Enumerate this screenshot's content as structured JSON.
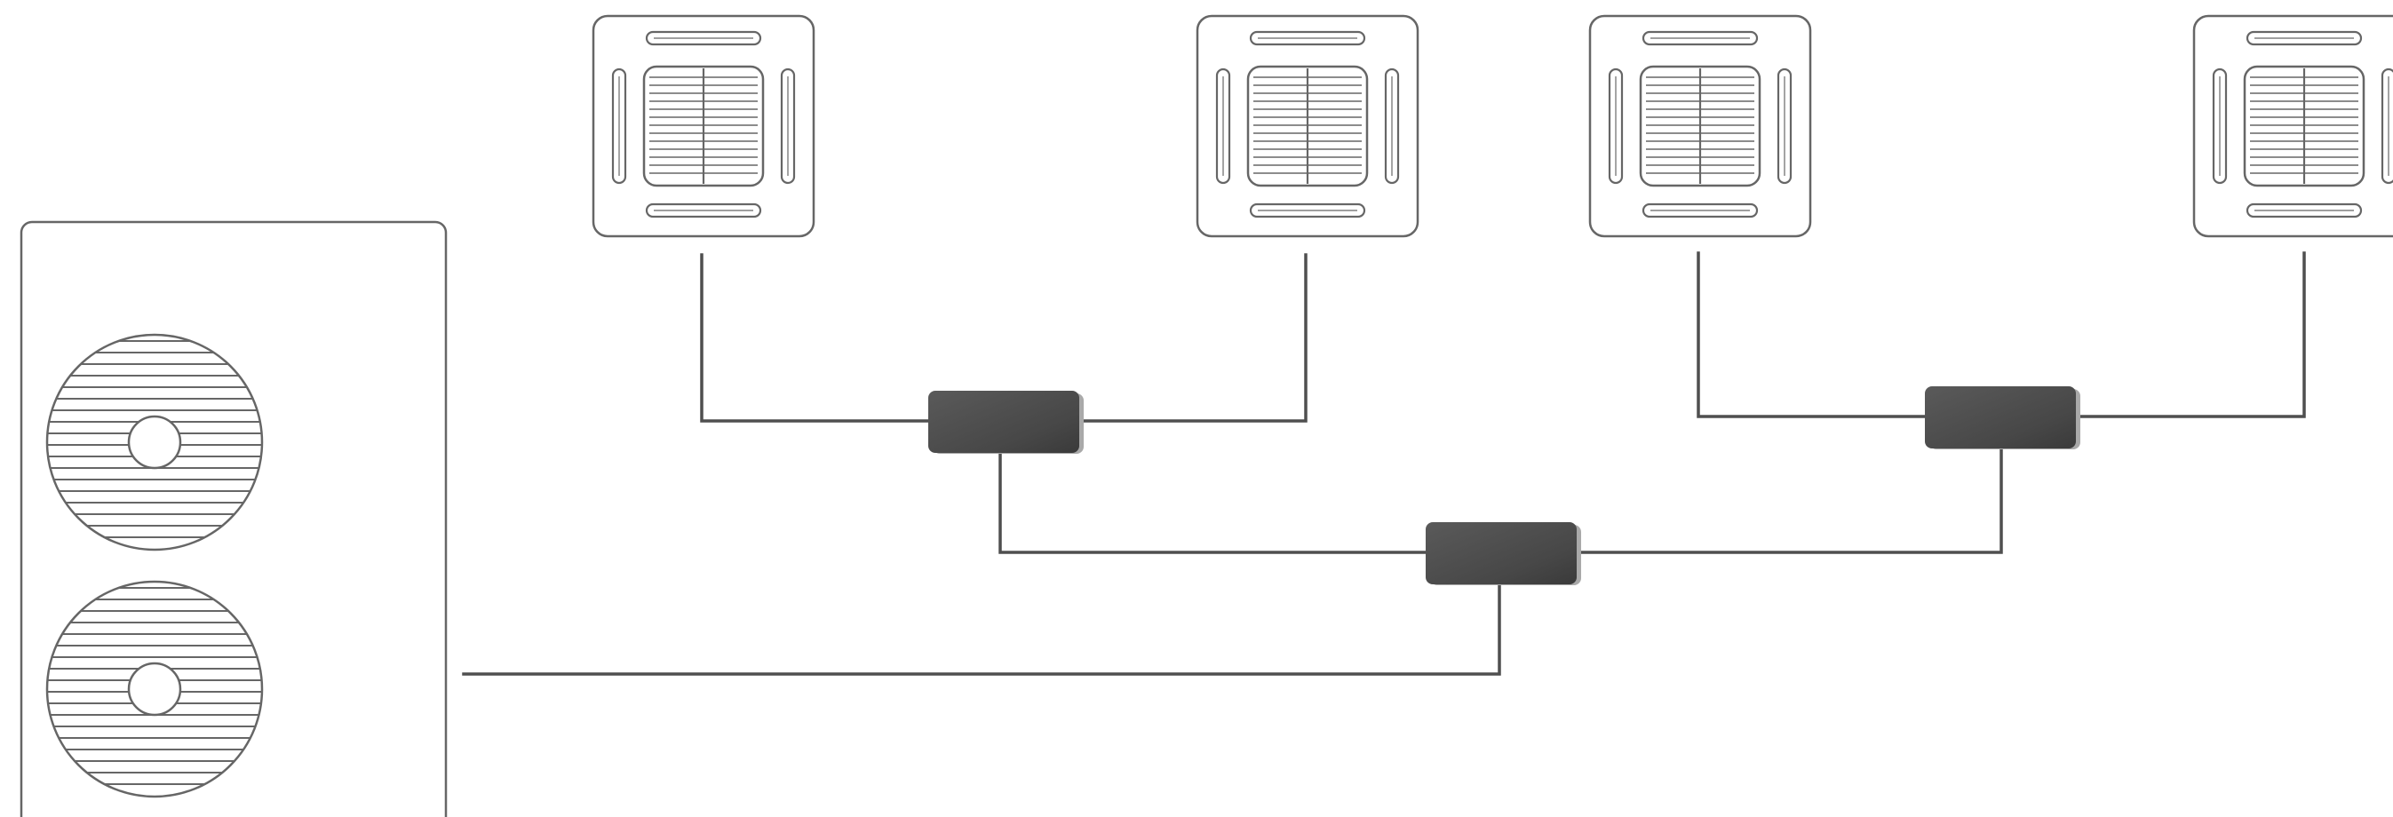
{
  "colors": {
    "line": "#4f4f4f",
    "outline": "#666666",
    "joint_fill": "#4c4c4c",
    "joint_edge": "#a9a9a9",
    "background": "#ffffff"
  },
  "components": {
    "outdoor_unit": {
      "icon": "outdoor-condenser-unit",
      "fan_count": 2
    },
    "indoor_units": [
      {
        "icon": "ceiling-cassette-unit"
      },
      {
        "icon": "ceiling-cassette-unit"
      },
      {
        "icon": "ceiling-cassette-unit"
      },
      {
        "icon": "ceiling-cassette-unit"
      }
    ],
    "branch_joints": [
      {
        "icon": "refnet-branch-joint"
      },
      {
        "icon": "refnet-branch-joint"
      },
      {
        "icon": "refnet-branch-joint"
      }
    ]
  }
}
